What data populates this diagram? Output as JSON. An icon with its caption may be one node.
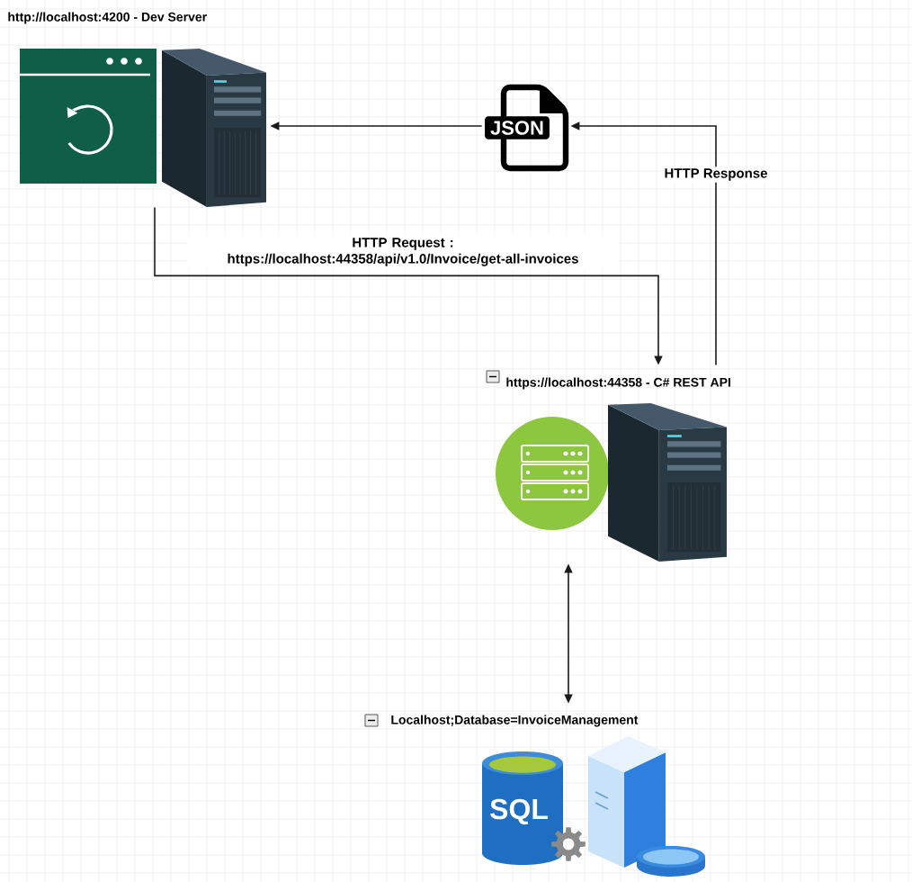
{
  "diagram": {
    "nodes": [
      {
        "text": [
          "http://localhost:4200 - Dev Server"
        ]
      },
      {
        "text": [
          "JSON"
        ]
      },
      {
        "text": [
          "https://localhost:44358 - C# REST API"
        ]
      },
      {
        "text": [
          "Localhost;Database=InvoiceManagement",
          "SQL"
        ]
      }
    ],
    "edges": [
      {
        "from": 0,
        "to": 2,
        "arrow": "to",
        "label": "HTTP Request : https://localhost:44358/api/v1.0/Invoice/get-all-invoices"
      },
      {
        "from": 2,
        "to": 1,
        "arrow": "to",
        "label": "HTTP Response"
      },
      {
        "from": 1,
        "to": 0,
        "arrow": "to"
      },
      {
        "from": 2,
        "to": 3,
        "arrow": "both"
      }
    ]
  }
}
